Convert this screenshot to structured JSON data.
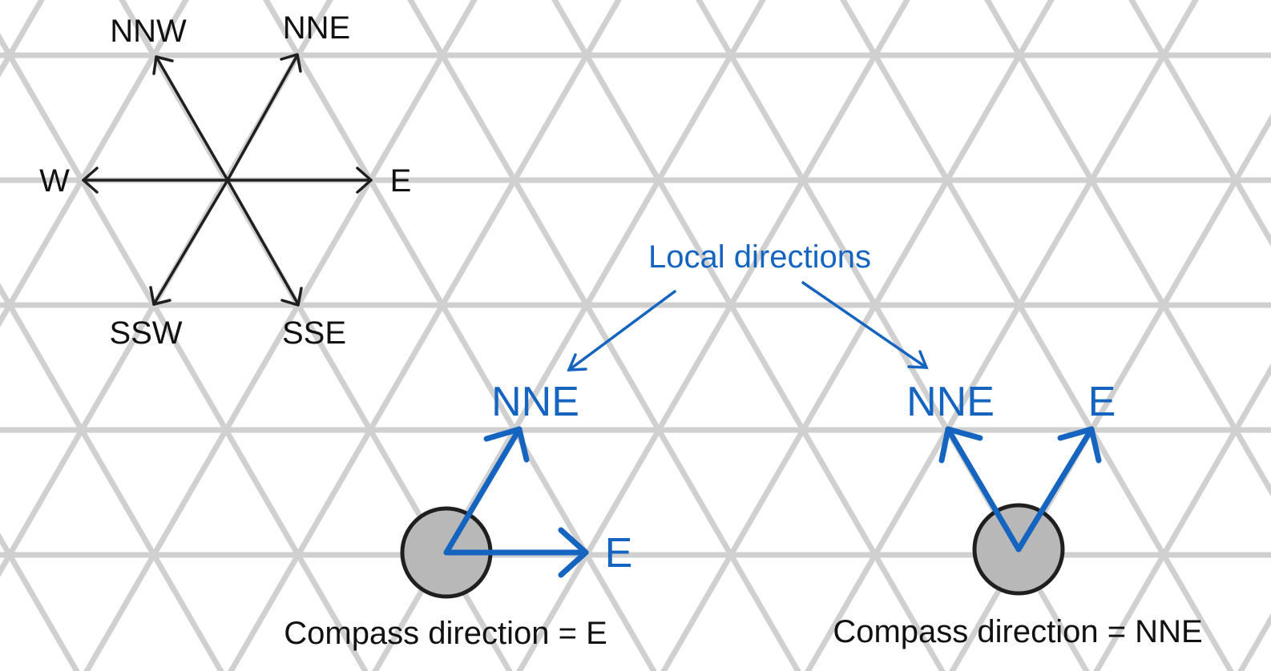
{
  "colors": {
    "grid": "#d0d0d0",
    "black_arrow": "#1f1f1f",
    "blue": "#1565c0",
    "node_fill": "#b8b8b8",
    "node_stroke": "#1f1f1f"
  },
  "compass_rose": {
    "labels": {
      "nnw": "NNW",
      "nne": "NNE",
      "w": "W",
      "e": "E",
      "ssw": "SSW",
      "sse": "SSE"
    }
  },
  "annotation": {
    "label": "Local directions"
  },
  "example_left": {
    "local_labels": {
      "nne": "NNE",
      "e": "E"
    },
    "caption": "Compass direction = E"
  },
  "example_right": {
    "local_labels": {
      "nne": "NNE",
      "e": "E"
    },
    "caption": "Compass direction = NNE"
  }
}
